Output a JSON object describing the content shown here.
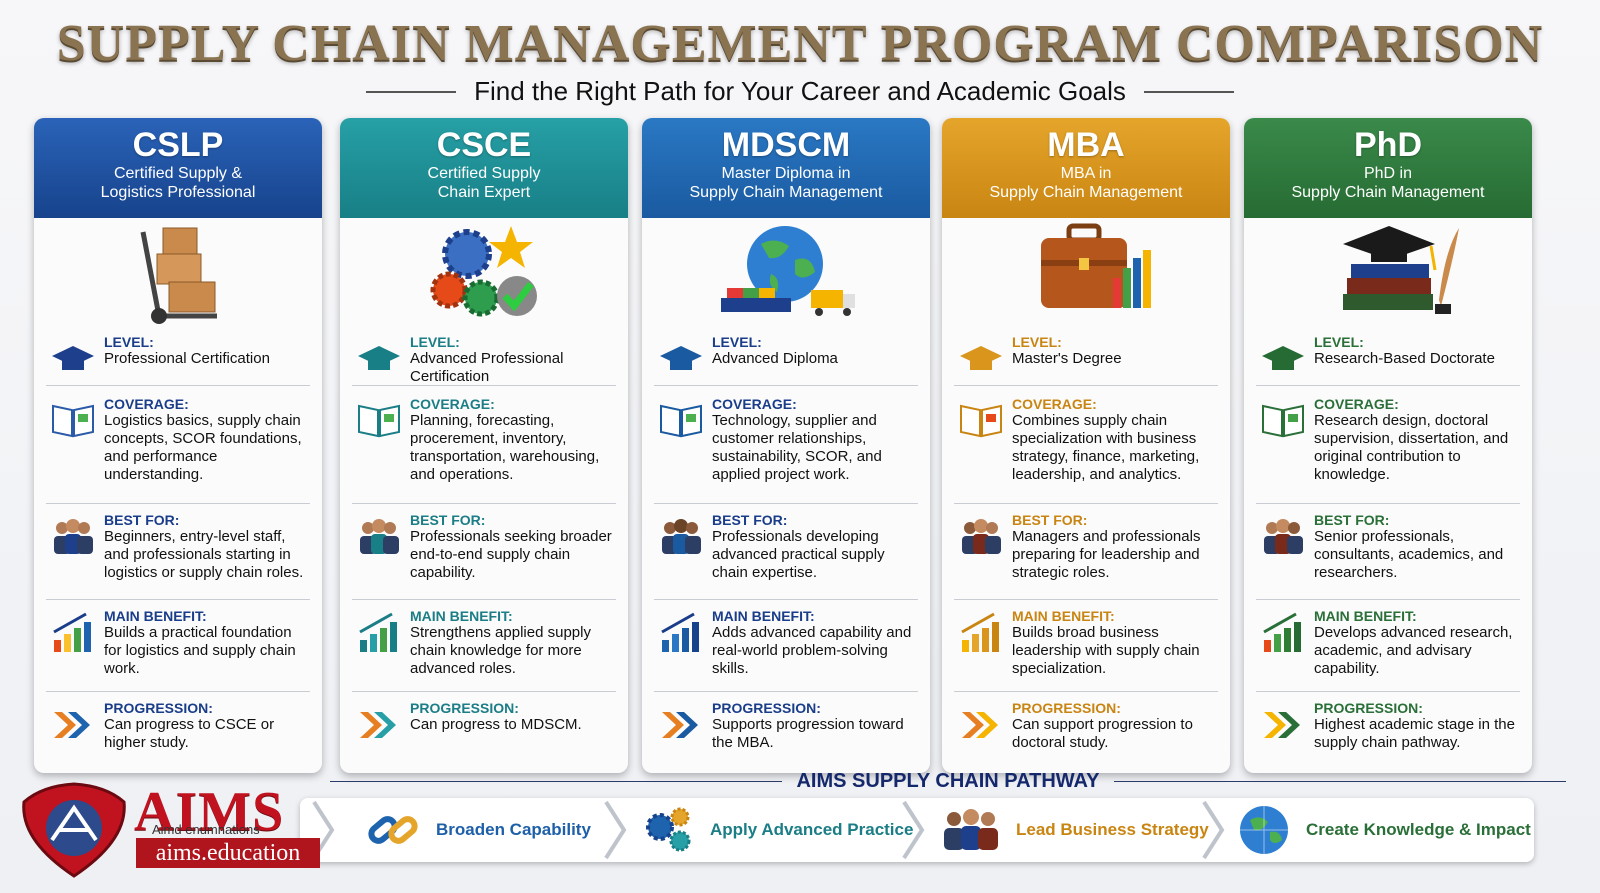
{
  "title": "SUPPLY CHAIN MANAGEMENT PROGRAM COMPARISON",
  "subtitle": "Find the Right Path for Your Career and Academic Goals",
  "labels": {
    "level": "LEVEL:",
    "coverage": "COVERAGE:",
    "best_for": "BEST FOR:",
    "main_benefit": "MAIN BENEFIT:",
    "progression": "PROGRESSION:"
  },
  "programs": [
    {
      "abbr": "CSLP",
      "full_line1": "Certified Supply &",
      "full_line2": "Logistics Professional",
      "header_color": "#1d4fa0",
      "label_color": "#1a3d8a",
      "illustration": "hand-truck-boxes-icon",
      "level": "Professional Certification",
      "coverage": "Logistics basics, supply chain concepts, SCOR foundations, and performance understanding.",
      "best_for": "Beginners, entry-level staff, and professionals starting in logistics or supply chain roles.",
      "main_benefit": "Builds a practical foundation for logistics and supply chain work.",
      "progression": "Can progress to CSCE or higher study."
    },
    {
      "abbr": "CSCE",
      "full_line1": "Certified Supply",
      "full_line2": "Chain Expert",
      "header_color": "#1f8f96",
      "label_color": "#1b7d85",
      "illustration": "gears-star-check-icon",
      "level": "Advanced Professional Certification",
      "coverage": "Planning, forecasting, procerement, inventory, transportation, warehousing, and operations.",
      "best_for": "Professionals seeking broader end-to-end supply chain capability.",
      "main_benefit": "Strengthens applied supply chain knowledge for more advanced roles.",
      "progression": "Can progress to MDSCM."
    },
    {
      "abbr": "MDSCM",
      "full_line1": "Master Diploma in",
      "full_line2": "Supply Chain Management",
      "header_color": "#1e63ad",
      "label_color": "#1a3d8a",
      "illustration": "globe-ship-truck-icon",
      "level": "Advanced Diploma",
      "coverage": "Technology, supplier and customer relationships, sustainability, SCOR, and applied project work.",
      "best_for": "Professionals developing advanced practical supply chain expertise.",
      "main_benefit": "Adds advanced capability and real-world problem-solving skills.",
      "progression": "Supports progression toward the MBA."
    },
    {
      "abbr": "MBA",
      "full_line1": "MBA in",
      "full_line2": "Supply Chain Management",
      "header_color": "#d9951c",
      "label_color": "#c98512",
      "illustration": "briefcase-chart-icon",
      "level": "Master's Degree",
      "coverage": "Combines supply chain specialization with business strategy, finance, marketing, leadership, and analytics.",
      "best_for": "Managers and professionals preparing for leadership and strategic roles.",
      "main_benefit": "Builds broad business leadership with supply chain specialization.",
      "progression": "Can support progression to doctoral study."
    },
    {
      "abbr": "PhD",
      "full_line1": "PhD in",
      "full_line2": "Supply Chain Management",
      "header_color": "#2f7a3e",
      "label_color": "#2a6f38",
      "illustration": "graduation-cap-books-quill-icon",
      "level": "Research-Based Doctorate",
      "coverage": "Research design, doctoral supervision, dissertation, and original contribution to knowledge.",
      "best_for": "Senior professionals, consultants, academics, and researchers.",
      "main_benefit": "Develops advanced research, academic, and advisary capability.",
      "progression": "Highest academic stage in the supply chain pathway."
    }
  ],
  "pathway": {
    "label": "AIMS SUPPLY CHAIN PATHWAY",
    "steps": [
      {
        "text": "Broaden Capability",
        "icon": "chain-link-icon",
        "color": "#1d5fa8"
      },
      {
        "text": "Apply Advanced Practice",
        "icon": "gears-icon",
        "color": "#1b7d85"
      },
      {
        "text": "Lead Business Strategy",
        "icon": "people-group-icon",
        "color": "#c98512"
      },
      {
        "text": "Create Knowledge & Impact",
        "icon": "globe-icon",
        "color": "#2a6f38"
      }
    ]
  },
  "logo": {
    "name": "AIMS",
    "tagline": "Aimd enumnations",
    "url": "aims.education"
  }
}
